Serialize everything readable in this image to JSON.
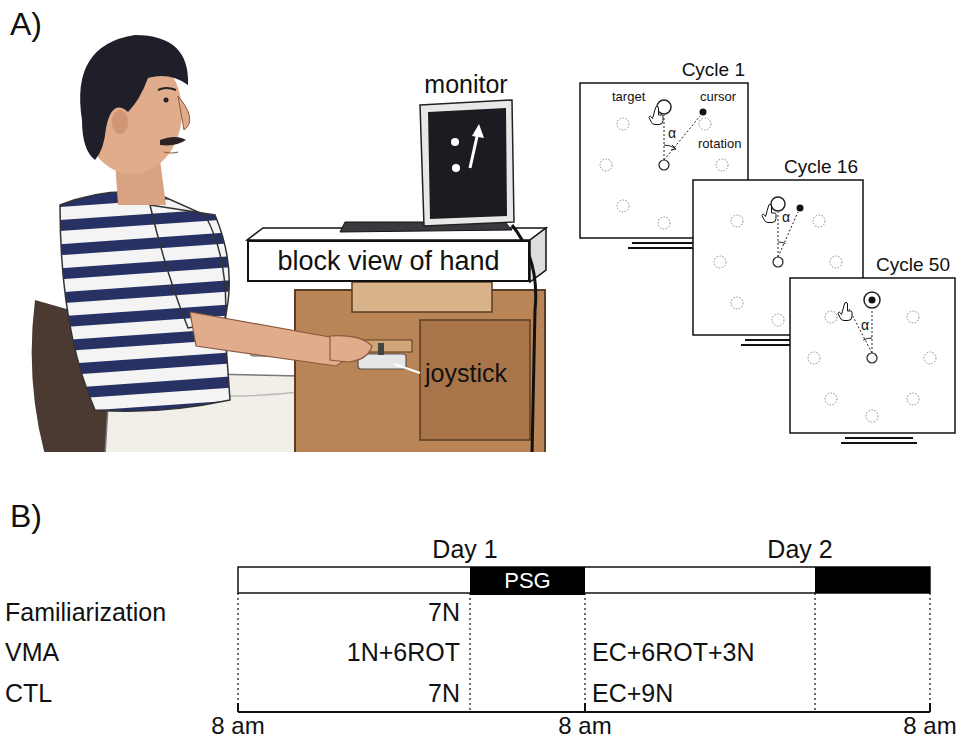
{
  "diagram": {
    "nodes": [
      {
        "text": [
          "block view of hand"
        ]
      },
      {
        "text": [
          "Cycle 1",
          "target",
          "cursor",
          "rotation",
          "α"
        ]
      },
      {
        "text": [
          "Cycle 16",
          "α"
        ]
      },
      {
        "text": [
          "Cycle 50",
          "α"
        ]
      },
      {
        "text": [
          "PSG"
        ]
      }
    ],
    "labels": [
      "A)",
      "monitor",
      "joystick",
      "B)",
      "Day 1",
      "Day 2",
      "Familiarization",
      "7N",
      "VMA",
      "1N+6ROT",
      "EC+6ROT+3N",
      "CTL",
      "7N",
      "EC+9N",
      "8 am",
      "8 am",
      "8 am"
    ]
  }
}
